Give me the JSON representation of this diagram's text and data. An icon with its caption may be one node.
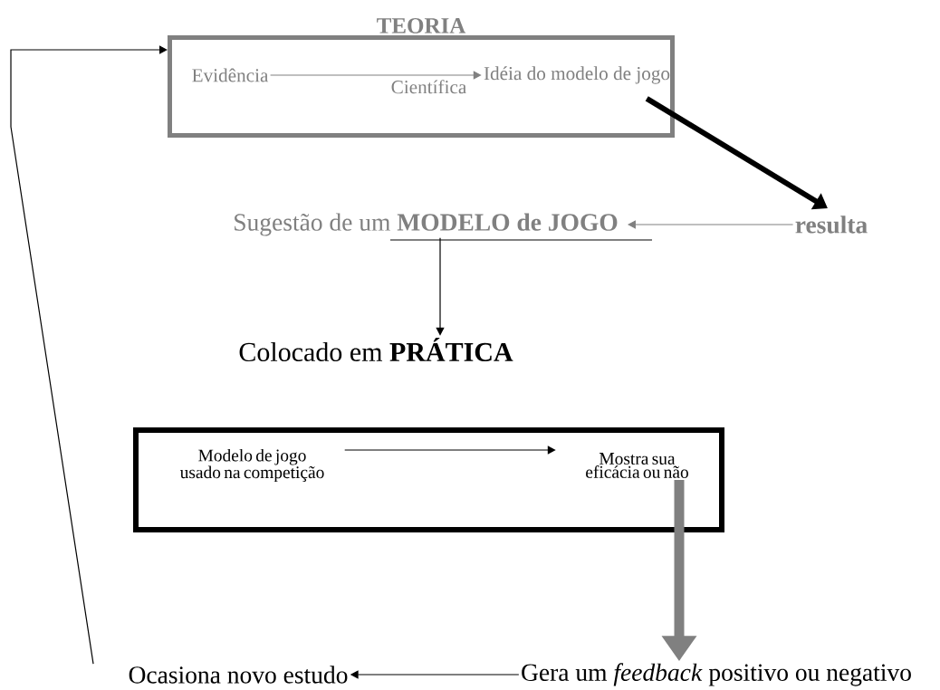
{
  "diagram": {
    "nodes": [
      {
        "text": [
          "TEORIA"
        ]
      },
      {
        "text": [
          "Evidência"
        ],
        "in": 0
      },
      {
        "text": [
          "Idéia do modelo de jogo"
        ],
        "in": 0
      },
      {
        "text": [
          "resulta"
        ]
      },
      {
        "text": [
          "Sugestão de um **MODELO de JOGO**"
        ]
      },
      {
        "text": [
          "Colocado em **PRÁTICA**"
        ]
      },
      {
        "text": [],
        "shape": "box"
      },
      {
        "text": [
          "Modelo de jogo usado na competição"
        ],
        "in": 6
      },
      {
        "text": [
          "Mostra sua eficácia ou não"
        ],
        "in": 6
      },
      {
        "text": [
          "Gera um *feedback* positivo ou negativo"
        ]
      },
      {
        "text": [
          "Ocasiona novo estudo"
        ]
      }
    ],
    "edges": [
      {
        "from": 1,
        "to": 2,
        "arrow": "to",
        "label": "Científica",
        "color": "#808080"
      },
      {
        "from": 2,
        "to": 3,
        "arrow": "to",
        "style": "thick"
      },
      {
        "from": 3,
        "to": 4,
        "arrow": "to",
        "color": "#808080"
      },
      {
        "from": 4,
        "to": 5,
        "arrow": "to"
      },
      {
        "from": 7,
        "to": 8,
        "arrow": "to"
      },
      {
        "from": 8,
        "to": 9,
        "arrow": "to",
        "style": "thick",
        "color": "#808080"
      },
      {
        "from": 9,
        "to": 10,
        "arrow": "to"
      },
      {
        "from": 10,
        "to": 0,
        "arrow": "to"
      }
    ]
  }
}
